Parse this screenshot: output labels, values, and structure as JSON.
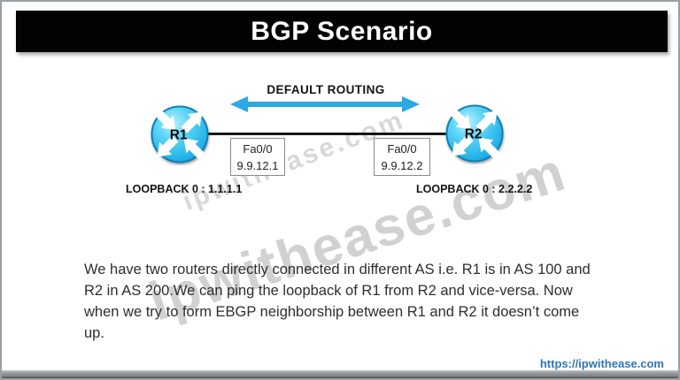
{
  "page": {
    "title": "BGP Scenario"
  },
  "diagram": {
    "routing_label": "DEFAULT ROUTING",
    "routers": [
      {
        "name": "R1",
        "interface": {
          "port": "Fa0/0",
          "ip": "9.9.12.1"
        },
        "loopback": "LOOPBACK 0 : 1.1.1.1"
      },
      {
        "name": "R2",
        "interface": {
          "port": "Fa0/0",
          "ip": "9.9.12.2"
        },
        "loopback": "LOOPBACK 0 : 2.2.2.2"
      }
    ]
  },
  "description": {
    "lines": [
      "We have two routers directly connected in different AS i.e. R1 is in AS 100 and",
      "R2 in AS 200.We can ping the loopback of R1 from R2 and vice-versa. Now",
      "when we try to form EBGP neighborship between R1 and R2 it doesn’t come",
      "up."
    ]
  },
  "watermark": {
    "text": "ipwithease.com"
  },
  "footer": {
    "url": "https://ipwithease.com"
  },
  "colors": {
    "banner_bg": "#020202",
    "arrow_blue": "#2aa9e2",
    "router_cyan": "#3cc5f0",
    "url_blue": "#2e74b5"
  }
}
